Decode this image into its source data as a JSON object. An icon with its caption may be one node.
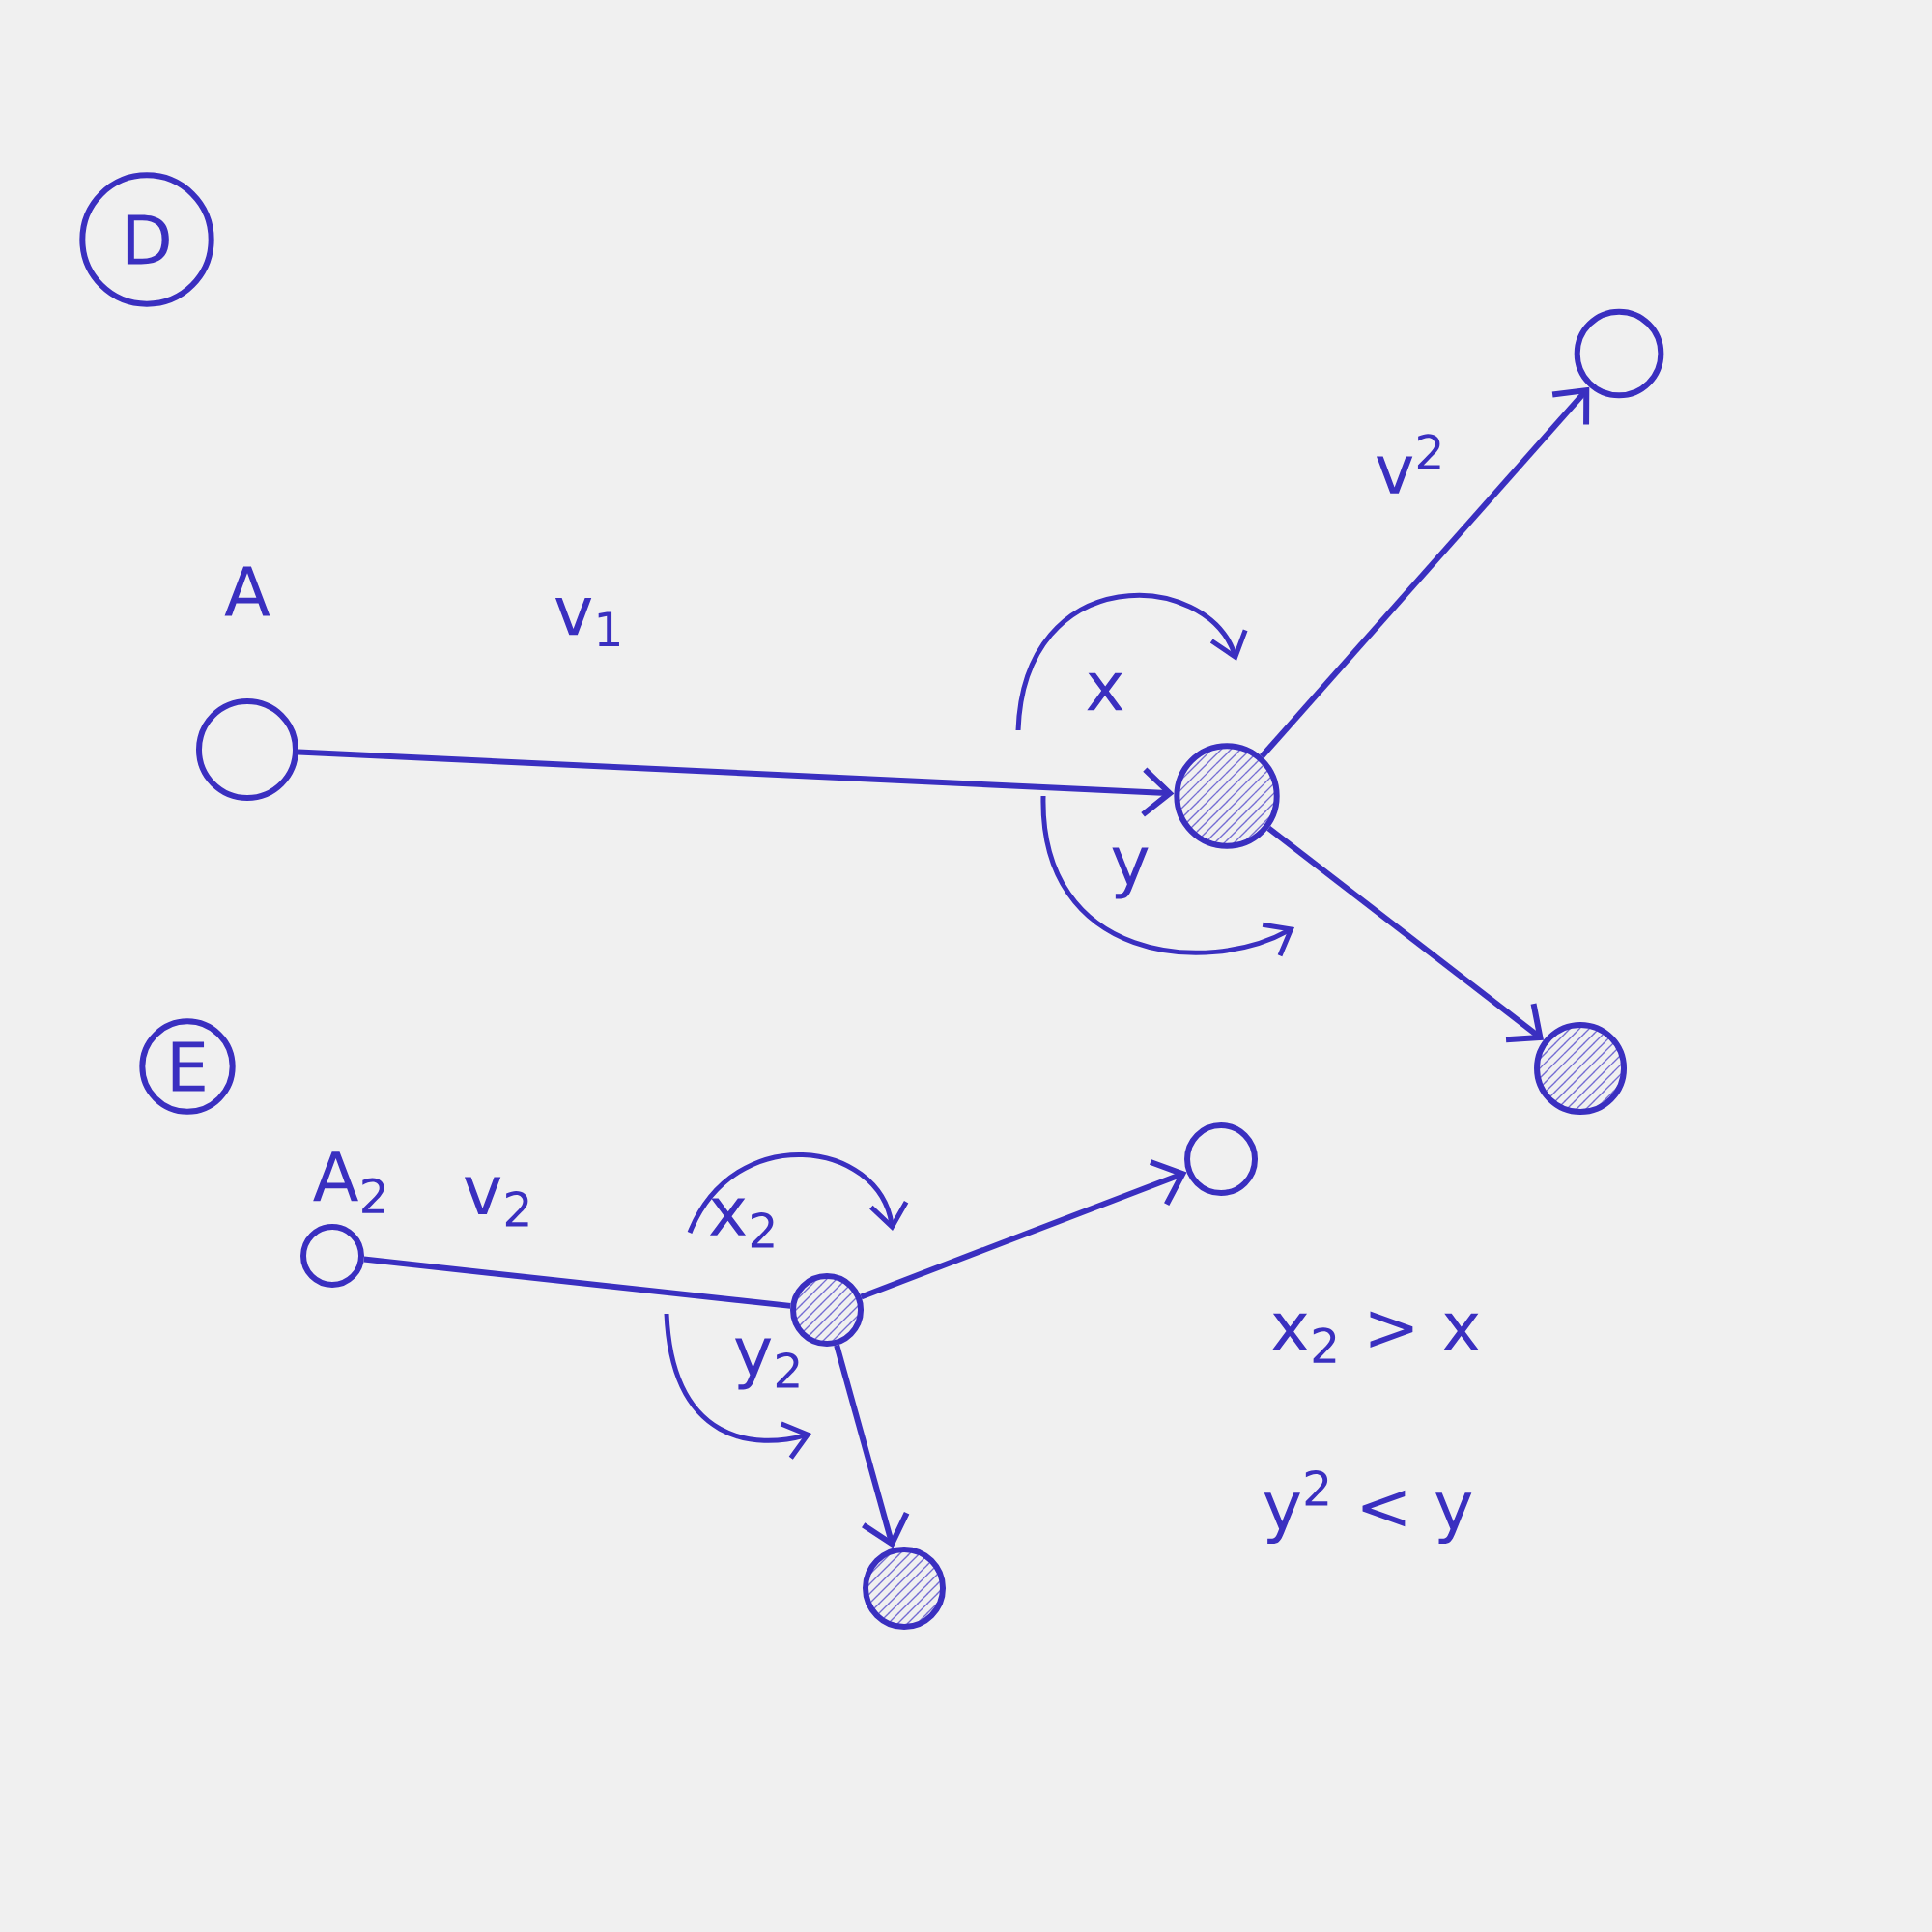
{
  "diagram": {
    "nodes": [
      {
        "text": [
          "D"
        ]
      },
      {
        "text": [
          "A"
        ]
      },
      {
        "text": [],
        "shape": "circle"
      },
      {
        "text": [],
        "shape": "circle"
      },
      {
        "text": [],
        "shape": "circle"
      },
      {
        "text": [
          "E"
        ]
      },
      {
        "text": [
          "A$_{2}$"
        ]
      },
      {
        "text": [],
        "shape": "circle"
      },
      {
        "text": [],
        "shape": "circle"
      },
      {
        "text": [],
        "shape": "circle"
      }
    ],
    "edges": [
      {
        "from": 1,
        "to": 2,
        "arrow": "to",
        "label": "v$_{1}$"
      },
      {
        "from": 2,
        "to": 3,
        "arrow": "to",
        "label": "v$^{2}$"
      },
      {
        "from": 2,
        "to": 4,
        "arrow": "to"
      },
      {
        "from": 6,
        "to": 7,
        "arrow": "none",
        "label": "v$_{2}$"
      },
      {
        "from": 7,
        "to": 8,
        "arrow": "to"
      },
      {
        "from": 7,
        "to": 9,
        "arrow": "to"
      }
    ],
    "labels": [
      "x",
      "y",
      "x$_{2}$",
      "y$_{2}$",
      "x$_{2}$ > x",
      "y$^{2}$ < y"
    ]
  }
}
